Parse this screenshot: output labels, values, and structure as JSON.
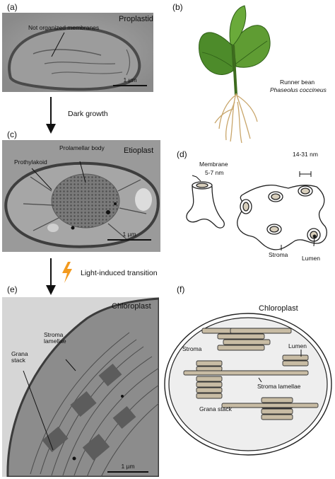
{
  "panels": {
    "a": {
      "tag": "(a)",
      "title": "Proplastid",
      "annotation": "Not organized membranes",
      "scale": "1 µm"
    },
    "b": {
      "tag": "(b)",
      "common_name": "Runner bean",
      "latin_name": "Phaseolus coccineus"
    },
    "c": {
      "tag": "(c)",
      "title": "Etioplast",
      "annotation_body": "Prolamellar body",
      "annotation_prothylakoid": "Prothylakoid",
      "scale": "1 µm"
    },
    "d": {
      "tag": "(d)",
      "membrane": "Membrane",
      "membrane_size": "5-7 nm",
      "tube_size": "14-31 nm",
      "stroma": "Stroma",
      "lumen": "Lumen"
    },
    "e": {
      "tag": "(e)",
      "title": "Chloroplast",
      "stroma_lamellae": "Stroma\nlamellae",
      "grana_stack": "Grana\nstack",
      "scale": "1 µm"
    },
    "f": {
      "tag": "(f)",
      "title": "Chloroplast",
      "stroma": "Stroma",
      "lumen": "Lumen",
      "stroma_lamellae": "Stroma lamellae",
      "grana_stack": "Grana stack"
    }
  },
  "transitions": {
    "dark": "Dark growth",
    "light": "Light-induced transition"
  },
  "colors": {
    "thylakoid_fill": "#c8bca4",
    "chloroplast_fill": "#eeeeee",
    "micro_bg": "#8f8f8f",
    "lightning": "#f39a1e"
  }
}
